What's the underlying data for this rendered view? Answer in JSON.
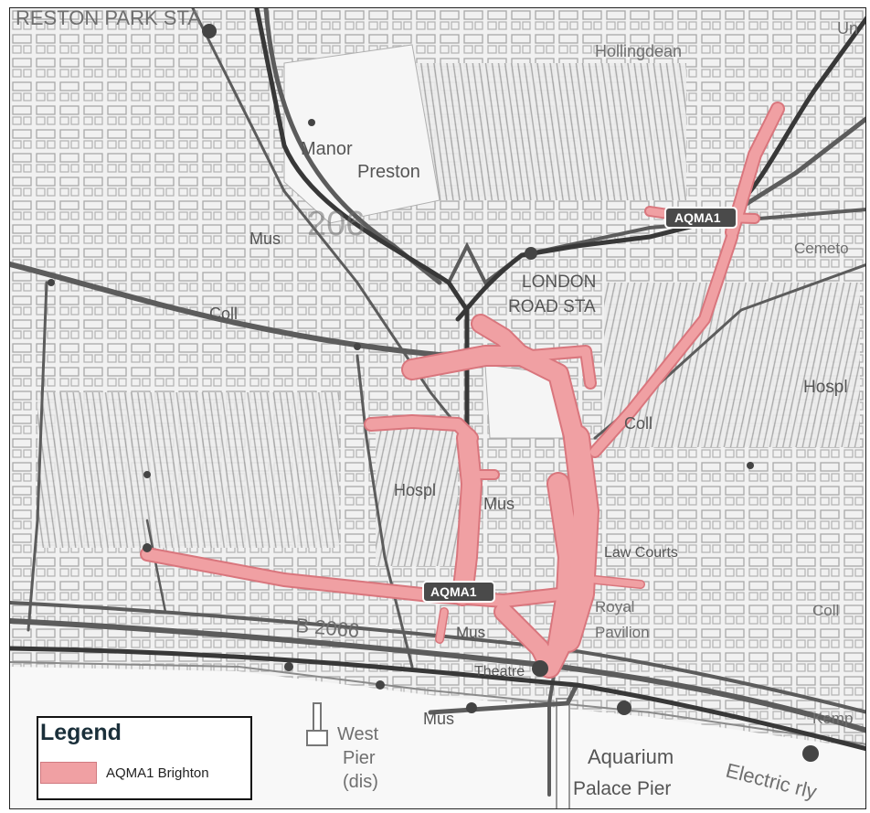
{
  "map": {
    "place_labels": {
      "preston_park_sta": "RESTON PARK STA",
      "hollingdean": "Hollingdean",
      "manor": "Manor",
      "preston": "Preston",
      "grid_206": "206",
      "mus_north": "Mus",
      "coll_west": "Coll",
      "london_road_sta_1": "LONDON",
      "london_road_sta_2": "ROAD STA",
      "cemetery": "Cemeto",
      "hospl_east": "Hospl",
      "coll_east": "Coll",
      "hospl_central": "Hospl",
      "mus_central": "Mus",
      "law_courts": "Law Courts",
      "royal_pavilion_1": "Royal",
      "royal_pavilion_2": "Pavilion",
      "b2066": "B 2066",
      "mus_south": "Mus",
      "theatre": "Theatre",
      "mus_seafront": "Mus",
      "west_pier_1": "West",
      "west_pier_2": "Pier",
      "west_pier_3": "(dis)",
      "aquarium": "Aquarium",
      "palace_pier": "Palace Pier",
      "electric_rly": "Electric rly",
      "kemp": "Kemp",
      "coll_southeast": "Coll",
      "un_top": "Un"
    },
    "aqma_tags": {
      "north": "AQMA1",
      "south": "AQMA1"
    },
    "colors": {
      "aqma_fill": "#f0a0a3",
      "aqma_edge": "#d9767d",
      "road": "#555555",
      "railway": "#3c3c3c",
      "base": "#f1f1f1"
    }
  },
  "legend": {
    "title": "Legend",
    "entry_label": "AQMA1 Brighton",
    "entry_color": "#f0a0a3"
  }
}
